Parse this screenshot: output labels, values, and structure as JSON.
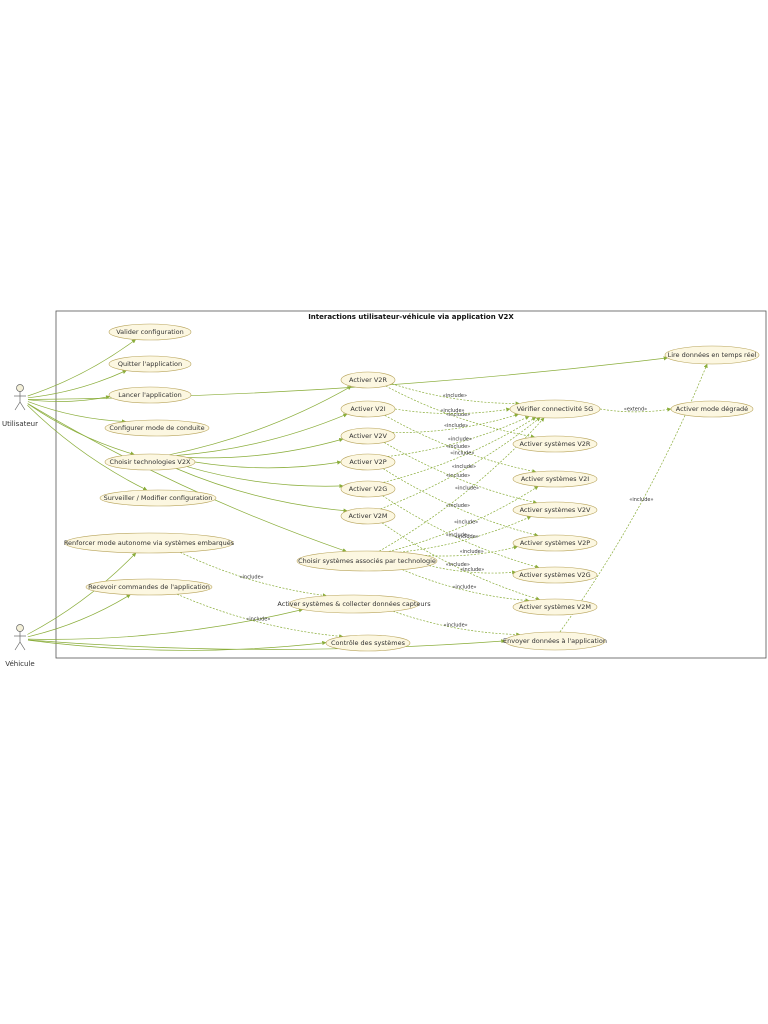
{
  "diagram": {
    "title": "Interactions utilisateur-véhicule via application V2X",
    "colors": {
      "line": "#8aad3a",
      "ellipse_fill": "#fcf7e1",
      "ellipse_stroke": "#b7a35a",
      "frame": "#555555",
      "actor": "#666666"
    },
    "actors": [
      {
        "id": "user",
        "label": "Utilisateur"
      },
      {
        "id": "vehicle",
        "label": "Véhicule"
      }
    ],
    "use_cases": [
      {
        "id": "valider",
        "label": "Valider configuration"
      },
      {
        "id": "quitter",
        "label": "Quitter l'application"
      },
      {
        "id": "lancer",
        "label": "Lancer l'application"
      },
      {
        "id": "configurer",
        "label": "Configurer mode de conduite"
      },
      {
        "id": "choisir_tech",
        "label": "Choisir technologies V2X"
      },
      {
        "id": "surveiller",
        "label": "Surveiller / Modifier configuration"
      },
      {
        "id": "renforcer",
        "label": "Renforcer mode autonome via systèmes embarqués"
      },
      {
        "id": "recevoir",
        "label": "Recevoir commandes de l'application"
      },
      {
        "id": "v2r",
        "label": "Activer V2R"
      },
      {
        "id": "v2i",
        "label": "Activer V2I"
      },
      {
        "id": "v2v",
        "label": "Activer V2V"
      },
      {
        "id": "v2p",
        "label": "Activer V2P"
      },
      {
        "id": "v2g",
        "label": "Activer V2G"
      },
      {
        "id": "v2m",
        "label": "Activer V2M"
      },
      {
        "id": "choisir_sys",
        "label": "Choisir systèmes associés par technologie"
      },
      {
        "id": "activer_collecter",
        "label": "Activer systèmes & collecter données capteurs"
      },
      {
        "id": "controle",
        "label": "Contrôle des systèmes"
      },
      {
        "id": "verifier5g",
        "label": "Vérifier connectivité 5G"
      },
      {
        "id": "sys_v2r",
        "label": "Activer systèmes V2R"
      },
      {
        "id": "sys_v2i",
        "label": "Activer systèmes V2I"
      },
      {
        "id": "sys_v2v",
        "label": "Activer systèmes V2V"
      },
      {
        "id": "sys_v2p",
        "label": "Activer systèmes V2P"
      },
      {
        "id": "sys_v2g",
        "label": "Activer systèmes V2G"
      },
      {
        "id": "sys_v2m",
        "label": "Activer systèmes V2M"
      },
      {
        "id": "envoyer",
        "label": "Envoyer données à l'application"
      },
      {
        "id": "lire",
        "label": "Lire données en temps réel"
      },
      {
        "id": "degrade",
        "label": "Activer mode dégradé"
      }
    ],
    "relations": [
      {
        "from": "user",
        "to": "valider",
        "label": ""
      },
      {
        "from": "user",
        "to": "quitter",
        "label": ""
      },
      {
        "from": "user",
        "to": "lancer",
        "label": ""
      },
      {
        "from": "user",
        "to": "configurer",
        "label": ""
      },
      {
        "from": "user",
        "to": "choisir_tech",
        "label": ""
      },
      {
        "from": "user",
        "to": "surveiller",
        "label": ""
      },
      {
        "from": "user",
        "to": "lire",
        "label": ""
      },
      {
        "from": "user",
        "to": "choisir_sys",
        "label": ""
      },
      {
        "from": "vehicle",
        "to": "renforcer",
        "label": ""
      },
      {
        "from": "vehicle",
        "to": "recevoir",
        "label": ""
      },
      {
        "from": "vehicle",
        "to": "activer_collecter",
        "label": ""
      },
      {
        "from": "vehicle",
        "to": "controle",
        "label": ""
      },
      {
        "from": "vehicle",
        "to": "envoyer",
        "label": ""
      },
      {
        "from": "choisir_tech",
        "to": "v2r",
        "label": ""
      },
      {
        "from": "choisir_tech",
        "to": "v2i",
        "label": ""
      },
      {
        "from": "choisir_tech",
        "to": "v2v",
        "label": ""
      },
      {
        "from": "choisir_tech",
        "to": "v2p",
        "label": ""
      },
      {
        "from": "choisir_tech",
        "to": "v2g",
        "label": ""
      },
      {
        "from": "choisir_tech",
        "to": "v2m",
        "label": ""
      },
      {
        "from": "v2r",
        "to": "verifier5g",
        "label": "«include»"
      },
      {
        "from": "v2r",
        "to": "sys_v2r",
        "label": "«include»"
      },
      {
        "from": "v2i",
        "to": "verifier5g",
        "label": "«include»"
      },
      {
        "from": "v2i",
        "to": "sys_v2i",
        "label": "«include»"
      },
      {
        "from": "v2v",
        "to": "verifier5g",
        "label": "«include»"
      },
      {
        "from": "v2v",
        "to": "sys_v2v",
        "label": "«include»"
      },
      {
        "from": "v2p",
        "to": "verifier5g",
        "label": "«include»"
      },
      {
        "from": "v2p",
        "to": "sys_v2p",
        "label": "«include»"
      },
      {
        "from": "v2g",
        "to": "verifier5g",
        "label": "«include»"
      },
      {
        "from": "v2g",
        "to": "sys_v2g",
        "label": "«include»"
      },
      {
        "from": "v2m",
        "to": "verifier5g",
        "label": "«include»"
      },
      {
        "from": "v2m",
        "to": "sys_v2m",
        "label": "«include»"
      },
      {
        "from": "choisir_sys",
        "to": "verifier5g",
        "label": "«include»"
      },
      {
        "from": "choisir_sys",
        "to": "sys_v2i",
        "label": "«include»"
      },
      {
        "from": "choisir_sys",
        "to": "sys_v2v",
        "label": "«include»"
      },
      {
        "from": "choisir_sys",
        "to": "sys_v2p",
        "label": "«include»"
      },
      {
        "from": "choisir_sys",
        "to": "sys_v2g",
        "label": "«include»"
      },
      {
        "from": "choisir_sys",
        "to": "sys_v2m",
        "label": "«include»"
      },
      {
        "from": "renforcer",
        "to": "activer_collecter",
        "label": "«include»"
      },
      {
        "from": "recevoir",
        "to": "controle",
        "label": "«include»"
      },
      {
        "from": "activer_collecter",
        "to": "envoyer",
        "label": "«include»"
      },
      {
        "from": "envoyer",
        "to": "lire",
        "label": "«include»"
      },
      {
        "from": "verifier5g",
        "to": "degrade",
        "label": "«extend»"
      }
    ]
  }
}
